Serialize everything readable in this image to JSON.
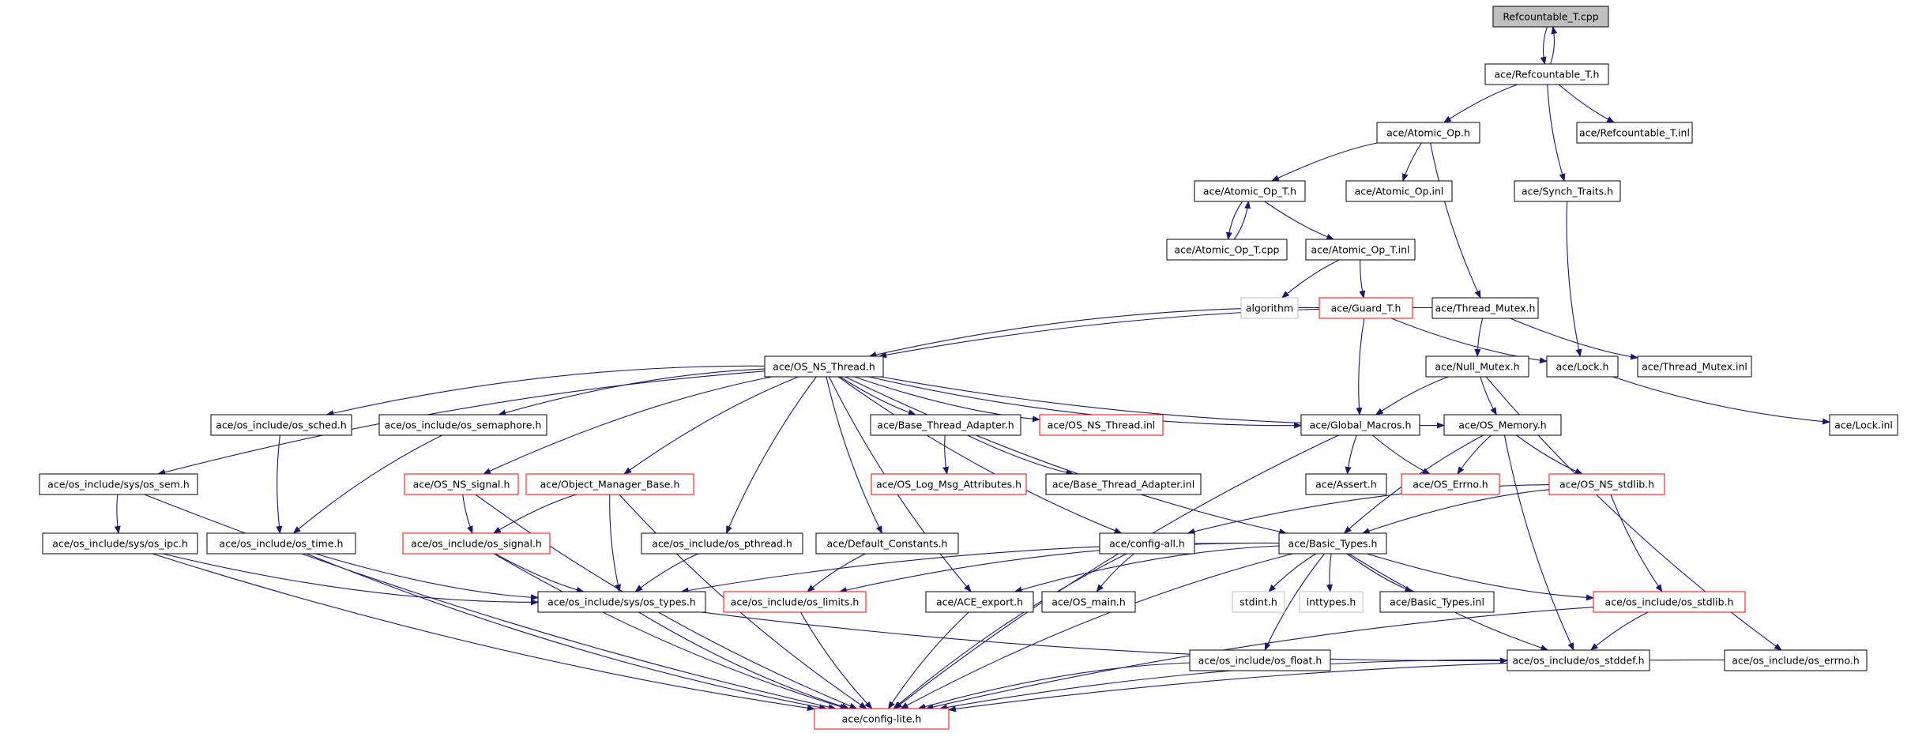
{
  "diagram": {
    "colors": {
      "edge": "#191970",
      "border_normal": "#000000",
      "border_truncated": "#ff0000",
      "border_external": "#bfbfbf",
      "fill_root": "#bfbfbf",
      "fill": "#ffffff",
      "text": "#000000"
    },
    "nodes": [
      {
        "id": "n0",
        "label": "Refcountable_T.cpp",
        "kind": "root"
      },
      {
        "id": "n1",
        "label": "ace/Refcountable_T.h",
        "kind": "normal"
      },
      {
        "id": "n2",
        "label": "ace/Atomic_Op.h",
        "kind": "normal"
      },
      {
        "id": "n3",
        "label": "ace/Refcountable_T.inl",
        "kind": "normal"
      },
      {
        "id": "n4",
        "label": "ace/Synch_Traits.h",
        "kind": "normal"
      },
      {
        "id": "n5",
        "label": "ace/Atomic_Op_T.h",
        "kind": "normal"
      },
      {
        "id": "n6",
        "label": "ace/Atomic_Op.inl",
        "kind": "normal"
      },
      {
        "id": "n7",
        "label": "ace/Thread_Mutex.h",
        "kind": "normal"
      },
      {
        "id": "n8",
        "label": "ace/Atomic_Op_T.cpp",
        "kind": "normal"
      },
      {
        "id": "n9",
        "label": "ace/Atomic_Op_T.inl",
        "kind": "normal"
      },
      {
        "id": "n10",
        "label": "algorithm",
        "kind": "external"
      },
      {
        "id": "n11",
        "label": "ace/Guard_T.h",
        "kind": "truncated"
      },
      {
        "id": "n12",
        "label": "ace/OS_NS_Thread.h",
        "kind": "normal"
      },
      {
        "id": "n13",
        "label": "ace/Lock.h",
        "kind": "normal"
      },
      {
        "id": "n14",
        "label": "ace/Thread_Mutex.inl",
        "kind": "normal"
      },
      {
        "id": "n15",
        "label": "ace/Null_Mutex.h",
        "kind": "normal"
      },
      {
        "id": "n16",
        "label": "ace/Lock.inl",
        "kind": "normal"
      },
      {
        "id": "n17",
        "label": "ace/os_include/os_sched.h",
        "kind": "normal"
      },
      {
        "id": "n18",
        "label": "ace/os_include/os_semaphore.h",
        "kind": "normal"
      },
      {
        "id": "n19",
        "label": "ace/Base_Thread_Adapter.h",
        "kind": "normal"
      },
      {
        "id": "n20",
        "label": "ace/OS_NS_Thread.inl",
        "kind": "truncated"
      },
      {
        "id": "n21",
        "label": "ace/Global_Macros.h",
        "kind": "normal"
      },
      {
        "id": "n22",
        "label": "ace/OS_Memory.h",
        "kind": "normal"
      },
      {
        "id": "n23",
        "label": "ace/os_include/sys/os_sem.h",
        "kind": "normal"
      },
      {
        "id": "n24",
        "label": "ace/OS_NS_signal.h",
        "kind": "truncated"
      },
      {
        "id": "n25",
        "label": "ace/Object_Manager_Base.h",
        "kind": "truncated"
      },
      {
        "id": "n26",
        "label": "ace/OS_Log_Msg_Attributes.h",
        "kind": "truncated"
      },
      {
        "id": "n27",
        "label": "ace/Base_Thread_Adapter.inl",
        "kind": "normal"
      },
      {
        "id": "n28",
        "label": "ace/Assert.h",
        "kind": "normal"
      },
      {
        "id": "n29",
        "label": "ace/OS_Errno.h",
        "kind": "truncated"
      },
      {
        "id": "n30",
        "label": "ace/OS_NS_stdlib.h",
        "kind": "truncated"
      },
      {
        "id": "n31",
        "label": "ace/os_include/sys/os_ipc.h",
        "kind": "normal"
      },
      {
        "id": "n32",
        "label": "ace/os_include/os_time.h",
        "kind": "normal"
      },
      {
        "id": "n33",
        "label": "ace/os_include/os_signal.h",
        "kind": "truncated"
      },
      {
        "id": "n34",
        "label": "ace/os_include/os_pthread.h",
        "kind": "normal"
      },
      {
        "id": "n35",
        "label": "ace/Default_Constants.h",
        "kind": "normal"
      },
      {
        "id": "n36",
        "label": "ace/config-all.h",
        "kind": "normal"
      },
      {
        "id": "n37",
        "label": "ace/Basic_Types.h",
        "kind": "normal"
      },
      {
        "id": "n38",
        "label": "ace/os_include/sys/os_types.h",
        "kind": "normal"
      },
      {
        "id": "n39",
        "label": "ace/os_include/os_limits.h",
        "kind": "truncated"
      },
      {
        "id": "n40",
        "label": "ace/ACE_export.h",
        "kind": "normal"
      },
      {
        "id": "n41",
        "label": "ace/OS_main.h",
        "kind": "normal"
      },
      {
        "id": "n42",
        "label": "stdint.h",
        "kind": "external"
      },
      {
        "id": "n43",
        "label": "inttypes.h",
        "kind": "external"
      },
      {
        "id": "n44",
        "label": "ace/Basic_Types.inl",
        "kind": "normal"
      },
      {
        "id": "n45",
        "label": "ace/os_include/os_stdlib.h",
        "kind": "truncated"
      },
      {
        "id": "n46",
        "label": "ace/os_include/os_float.h",
        "kind": "normal"
      },
      {
        "id": "n47",
        "label": "ace/os_include/os_stddef.h",
        "kind": "normal"
      },
      {
        "id": "n48",
        "label": "ace/os_include/os_errno.h",
        "kind": "normal"
      },
      {
        "id": "n49",
        "label": "ace/config-lite.h",
        "kind": "truncated"
      }
    ],
    "edges": [
      [
        "n0",
        "n1"
      ],
      [
        "n1",
        "n0"
      ],
      [
        "n1",
        "n2"
      ],
      [
        "n1",
        "n3"
      ],
      [
        "n1",
        "n4"
      ],
      [
        "n2",
        "n5"
      ],
      [
        "n2",
        "n6"
      ],
      [
        "n2",
        "n7"
      ],
      [
        "n5",
        "n8"
      ],
      [
        "n8",
        "n5"
      ],
      [
        "n5",
        "n9"
      ],
      [
        "n9",
        "n10"
      ],
      [
        "n9",
        "n11"
      ],
      [
        "n4",
        "n13"
      ],
      [
        "n7",
        "n12"
      ],
      [
        "n7",
        "n14"
      ],
      [
        "n7",
        "n15"
      ],
      [
        "n11",
        "n12"
      ],
      [
        "n11",
        "n13"
      ],
      [
        "n11",
        "n21"
      ],
      [
        "n13",
        "n16"
      ],
      [
        "n15",
        "n21"
      ],
      [
        "n15",
        "n22"
      ],
      [
        "n15",
        "n48"
      ],
      [
        "n12",
        "n17"
      ],
      [
        "n12",
        "n18"
      ],
      [
        "n12",
        "n19"
      ],
      [
        "n12",
        "n20"
      ],
      [
        "n12",
        "n21"
      ],
      [
        "n12",
        "n22"
      ],
      [
        "n12",
        "n23"
      ],
      [
        "n12",
        "n24"
      ],
      [
        "n12",
        "n25"
      ],
      [
        "n12",
        "n34"
      ],
      [
        "n12",
        "n35"
      ],
      [
        "n12",
        "n36"
      ],
      [
        "n12",
        "n37"
      ],
      [
        "n12",
        "n40"
      ],
      [
        "n19",
        "n26"
      ],
      [
        "n19",
        "n27"
      ],
      [
        "n21",
        "n28"
      ],
      [
        "n21",
        "n29"
      ],
      [
        "n21",
        "n49"
      ],
      [
        "n22",
        "n29"
      ],
      [
        "n22",
        "n30"
      ],
      [
        "n22",
        "n37"
      ],
      [
        "n22",
        "n47"
      ],
      [
        "n17",
        "n32"
      ],
      [
        "n18",
        "n32"
      ],
      [
        "n23",
        "n31"
      ],
      [
        "n23",
        "n49"
      ],
      [
        "n24",
        "n33"
      ],
      [
        "n24",
        "n49"
      ],
      [
        "n25",
        "n33"
      ],
      [
        "n25",
        "n38"
      ],
      [
        "n25",
        "n49"
      ],
      [
        "n30",
        "n36"
      ],
      [
        "n30",
        "n37"
      ],
      [
        "n30",
        "n45"
      ],
      [
        "n31",
        "n38"
      ],
      [
        "n31",
        "n49"
      ],
      [
        "n32",
        "n38"
      ],
      [
        "n32",
        "n49"
      ],
      [
        "n33",
        "n38"
      ],
      [
        "n33",
        "n49"
      ],
      [
        "n34",
        "n38"
      ],
      [
        "n35",
        "n39"
      ],
      [
        "n36",
        "n41"
      ],
      [
        "n36",
        "n49"
      ],
      [
        "n37",
        "n38"
      ],
      [
        "n37",
        "n39"
      ],
      [
        "n37",
        "n40"
      ],
      [
        "n37",
        "n42"
      ],
      [
        "n37",
        "n43"
      ],
      [
        "n37",
        "n44"
      ],
      [
        "n37",
        "n45"
      ],
      [
        "n37",
        "n46"
      ],
      [
        "n37",
        "n47"
      ],
      [
        "n37",
        "n49"
      ],
      [
        "n38",
        "n47"
      ],
      [
        "n38",
        "n49"
      ],
      [
        "n39",
        "n49"
      ],
      [
        "n40",
        "n49"
      ],
      [
        "n45",
        "n47"
      ],
      [
        "n45",
        "n49"
      ],
      [
        "n46",
        "n49"
      ],
      [
        "n47",
        "n49"
      ],
      [
        "n48",
        "n49"
      ]
    ]
  }
}
